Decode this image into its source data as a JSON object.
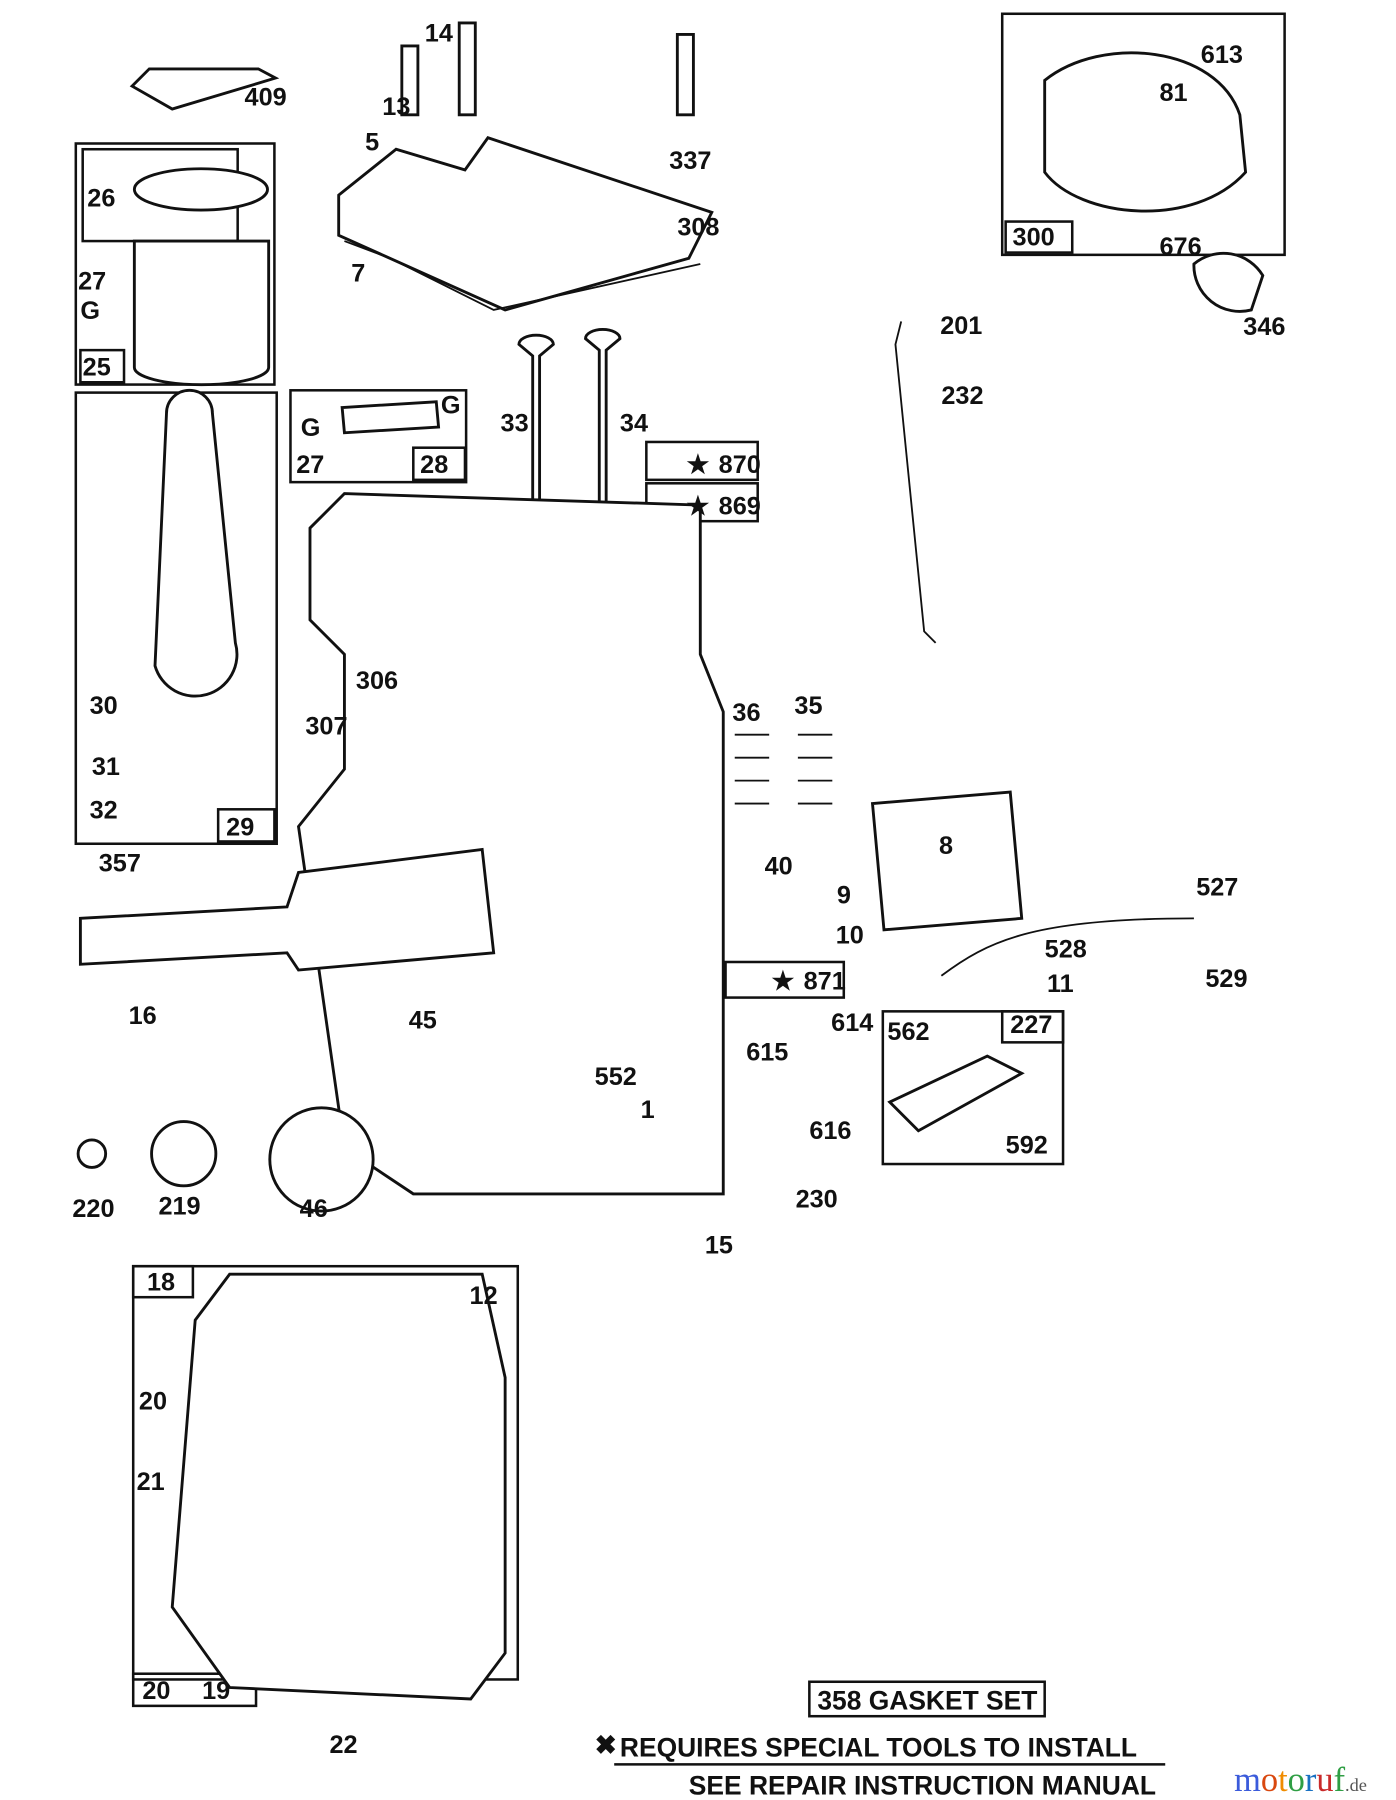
{
  "diagram": {
    "part_labels": [
      "409",
      "13",
      "14",
      "337",
      "5",
      "308",
      "7",
      "26",
      "27",
      "G",
      "25",
      "27",
      "28",
      "33",
      "34",
      "870",
      "869",
      "30",
      "31",
      "32",
      "29",
      "307",
      "306",
      "36",
      "35",
      "40",
      "8",
      "9",
      "10",
      "11",
      "527",
      "528",
      "529",
      "357",
      "16",
      "871",
      "45",
      "552",
      "1",
      "615",
      "614",
      "616",
      "562",
      "227",
      "592",
      "230",
      "220",
      "219",
      "46",
      "15",
      "18",
      "12",
      "20",
      "21",
      "20",
      "19",
      "22",
      "300",
      "81",
      "613",
      "676",
      "346",
      "201",
      "232",
      "G",
      "G"
    ],
    "starred_labels": [
      "870",
      "869",
      "871"
    ],
    "gasket_set": "358 GASKET SET",
    "special_tools_note": "REQUIRES SPECIAL TOOLS TO INSTALL",
    "repair_manual_note": "SEE REPAIR INSTRUCTION MANUAL",
    "star_symbol": "★",
    "special_tools_marker": "✖"
  },
  "watermark": {
    "text_main": "motoruf",
    "text_suffix": ".de",
    "letter_colors": [
      "#3b5bdb",
      "#d9480f",
      "#f08c00",
      "#2f9e44",
      "#1971c2",
      "#c92a2a",
      "#2f9e44"
    ]
  }
}
